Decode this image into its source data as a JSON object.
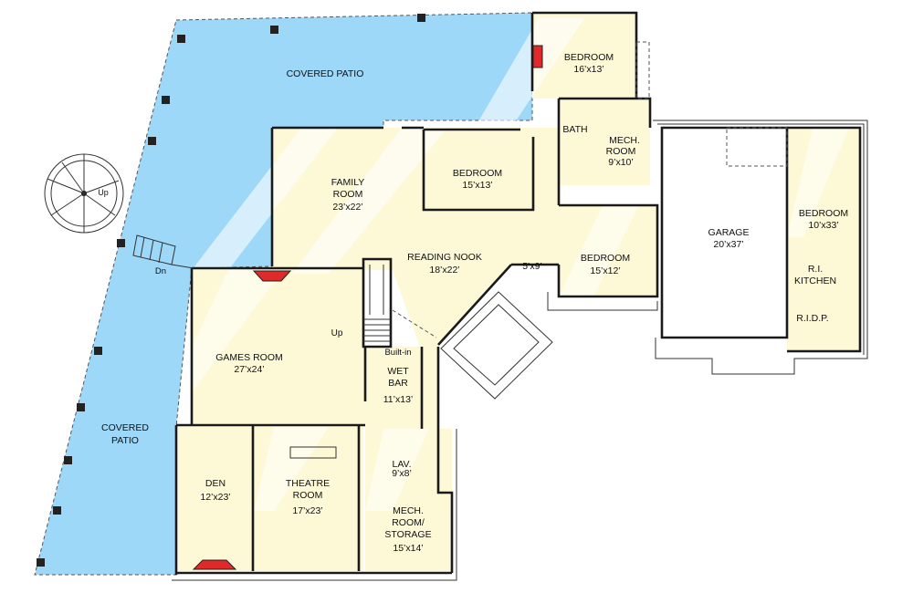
{
  "colors": {
    "patio": "#9ed8f8",
    "room": "#fdf8d6",
    "floor": "#ffffff",
    "wall": "#1a1a1a",
    "fireplace": "#e02a2a"
  },
  "rooms": {
    "covered_patio_top": "COVERED PATIO",
    "covered_patio_left": [
      "COVERED",
      "PATIO"
    ],
    "bedroom_top": {
      "name": "BEDROOM",
      "size": "16’x13’"
    },
    "bath": "BATH",
    "mech_room_top": {
      "name": [
        "MECH.",
        "ROOM"
      ],
      "size": "9’x10’"
    },
    "family_room": {
      "name": [
        "FAMILY",
        "ROOM"
      ],
      "size": "23’x22’"
    },
    "bedroom_mid": {
      "name": "BEDROOM",
      "size": "15’x13’"
    },
    "reading_nook": {
      "name": "READING NOOK",
      "size": "18’x22’"
    },
    "bedroom_right": {
      "name": "BEDROOM",
      "size": "15’x12’"
    },
    "bath_small": "5’x9’",
    "garage": {
      "name": "GARAGE",
      "size": "20’x37’"
    },
    "bedroom_far": {
      "name": "BEDROOM",
      "size": "10’x33’"
    },
    "ri_kitchen": [
      "R.I.",
      "KITCHEN"
    ],
    "rjdp": "R.I.D.P.",
    "games_room": {
      "name": "GAMES ROOM",
      "size": "27’x24’"
    },
    "built_in": "Built-in",
    "wet_bar": {
      "name": [
        "WET",
        "BAR"
      ],
      "size": "11’x13’"
    },
    "den": {
      "name": "DEN",
      "size": "12’x23’"
    },
    "theatre_room": {
      "name": [
        "THEATRE",
        "ROOM"
      ],
      "size": "17’x23’"
    },
    "lav": {
      "name": "LAV.",
      "size": "9’x8’"
    },
    "mech_storage": {
      "name": [
        "MECH.",
        "ROOM/",
        "STORAGE"
      ],
      "size": "15’x14’"
    }
  },
  "stair_labels": {
    "up_spiral": "Up",
    "down_deck": "Dn",
    "up_main": "Up"
  }
}
